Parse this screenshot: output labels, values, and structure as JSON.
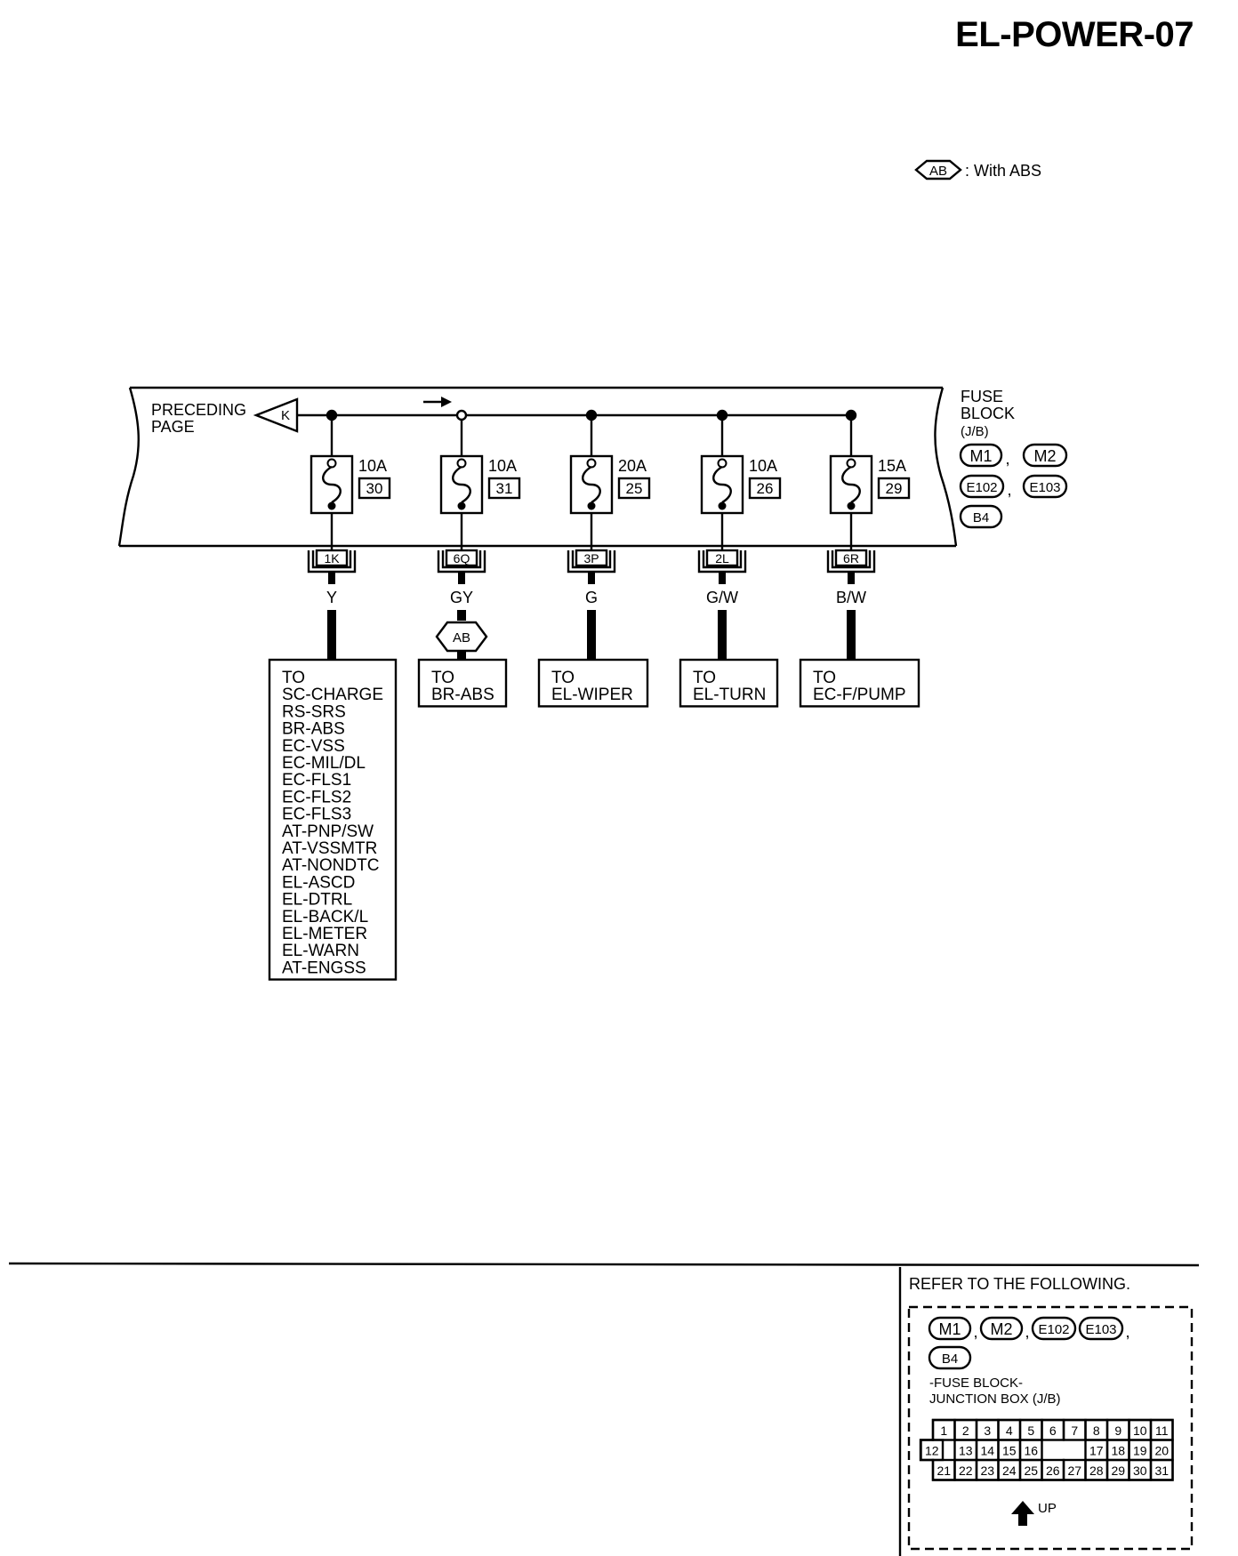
{
  "page_title": "EL-POWER-07",
  "legend": {
    "badge": "AB",
    "text": ": With ABS"
  },
  "preceding": {
    "line1": "PRECEDING",
    "line2": "PAGE",
    "connector": "K"
  },
  "fuse_block": {
    "label_lines": [
      "FUSE",
      "BLOCK",
      "(J/B)"
    ],
    "connectors": [
      "M1",
      "M2",
      "E102",
      "E103",
      "B4"
    ]
  },
  "circuits": [
    {
      "amps": "10A",
      "fuse_no": "30",
      "terminal": "1K",
      "wire": "Y",
      "condition": "",
      "dest": [
        "TO",
        "SC-CHARGE",
        "RS-SRS",
        "BR-ABS",
        "EC-VSS",
        "EC-MIL/DL",
        "EC-FLS1",
        "EC-FLS2",
        "EC-FLS3",
        "AT-PNP/SW",
        "AT-VSSMTR",
        "AT-NONDTC",
        "EL-ASCD",
        "EL-DTRL",
        "EL-BACK/L",
        "EL-METER",
        "EL-WARN",
        "AT-ENGSS"
      ]
    },
    {
      "amps": "10A",
      "fuse_no": "31",
      "terminal": "6Q",
      "wire": "GY",
      "condition": "AB",
      "dest": [
        "TO",
        "BR-ABS"
      ]
    },
    {
      "amps": "20A",
      "fuse_no": "25",
      "terminal": "3P",
      "wire": "G",
      "condition": "",
      "dest": [
        "TO",
        "EL-WIPER"
      ]
    },
    {
      "amps": "10A",
      "fuse_no": "26",
      "terminal": "2L",
      "wire": "G/W",
      "condition": "",
      "dest": [
        "TO",
        "EL-TURN"
      ]
    },
    {
      "amps": "15A",
      "fuse_no": "29",
      "terminal": "6R",
      "wire": "B/W",
      "condition": "",
      "dest": [
        "TO",
        "EC-F/PUMP"
      ]
    }
  ],
  "refer": {
    "heading": "REFER TO THE FOLLOWING.",
    "connectors": [
      "M1",
      "M2",
      "E102",
      "E103",
      "B4"
    ],
    "caption_lines": [
      "-FUSE BLOCK-",
      "JUNCTION BOX (J/B)"
    ],
    "jb_rows": [
      [
        "1",
        "2",
        "3",
        "4",
        "5",
        "6",
        "7",
        "8",
        "9",
        "10",
        "11"
      ],
      [
        "12",
        "13",
        "14",
        "15",
        "16",
        "17",
        "18",
        "19",
        "20"
      ],
      [
        "21",
        "22",
        "23",
        "24",
        "25",
        "26",
        "27",
        "28",
        "29",
        "30",
        "31"
      ]
    ],
    "up_label": "UP"
  }
}
